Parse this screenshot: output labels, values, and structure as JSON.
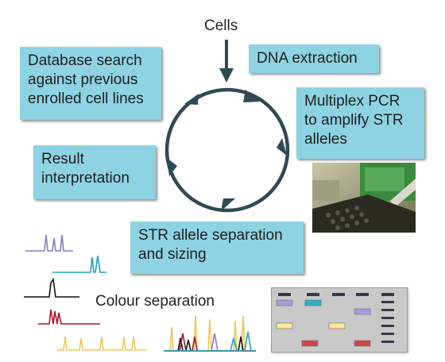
{
  "title": "Cells",
  "steps": {
    "database": "Database search\nagainst previous\nenrolled cell lines",
    "dna": "DNA extraction",
    "pcr": "Multiplex PCR\nto amplify STR\nalleles",
    "result": "Result\ninterpretation",
    "str": "STR allele separation\nand sizing"
  },
  "colour_label": "Colour separation",
  "colors": {
    "box": "#8ed3e3",
    "cycle": "#2f4a55",
    "purple": "#8a7ac2",
    "teal": "#1aa7b8",
    "black": "#111111",
    "crimson": "#a5162a",
    "gold": "#f2c55a",
    "gel_lavender": "#a99bd8",
    "gel_cyan": "#29b3c9",
    "gel_yellow": "#f3ea9a",
    "gel_red": "#d4454a"
  }
}
